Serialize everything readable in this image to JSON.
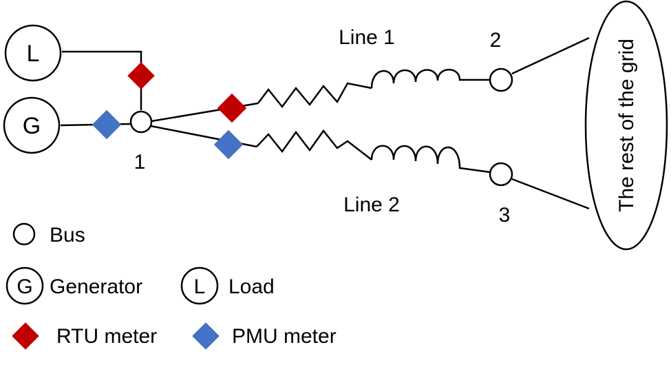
{
  "nodes": {
    "load_symbol": "L",
    "generator_symbol": "G"
  },
  "buses": {
    "bus1": "1",
    "bus2": "2",
    "bus3": "3"
  },
  "lines": {
    "line1": "Line 1",
    "line2": "Line 2"
  },
  "grid_label": "The rest of the grid",
  "legend": {
    "bus": "Bus",
    "generator_symbol": "G",
    "generator": "Generator",
    "load_symbol": "L",
    "load": "Load",
    "rtu": "RTU meter",
    "pmu": "PMU meter"
  },
  "colors": {
    "rtu": "#c00000",
    "pmu": "#4472c4",
    "stroke": "#000000"
  }
}
